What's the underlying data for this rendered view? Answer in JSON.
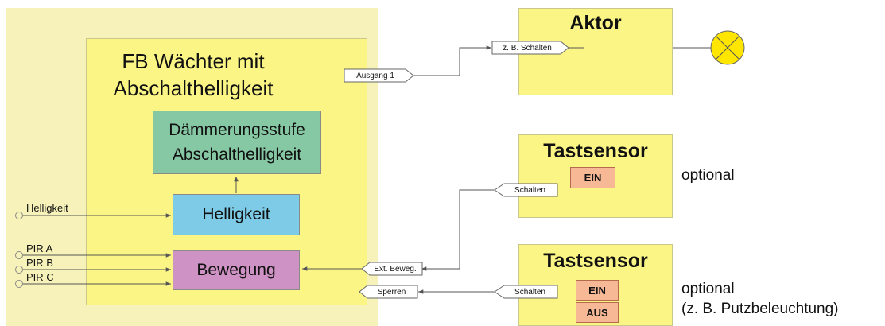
{
  "fb": {
    "title_line1": "FB Wächter mit",
    "title_line2": "Abschalthelligkeit",
    "daemmerung_line1": "Dämmerungsstufe",
    "daemmerung_line2": "Abschalthelligkeit",
    "helligkeit": "Helligkeit",
    "bewegung": "Bewegung"
  },
  "inputs": {
    "helligkeit": "Helligkeit",
    "pir_a": "PIR A",
    "pir_b": "PIR B",
    "pir_c": "PIR C"
  },
  "ports": {
    "ausgang1": "Ausgang 1",
    "ext_beweg": "Ext. Beweg.",
    "sperren": "Sperren",
    "zb_schalten": "z. B. Schalten",
    "schalten1": "Schalten",
    "schalten2": "Schalten"
  },
  "devices": {
    "aktor": "Aktor",
    "tastsensor1": "Tastsensor",
    "tastsensor2": "Tastsensor",
    "btn_ein1": "EIN",
    "btn_ein2": "EIN",
    "btn_aus2": "AUS"
  },
  "notes": {
    "optional1": "optional",
    "optional2": "optional",
    "optional2_sub": "(z. B. Putzbeleuchtung)"
  },
  "colors": {
    "lamp": "#ffe600",
    "daemmerung": "#86c8a4",
    "helligkeit": "#7dcbe6",
    "bewegung": "#ce93c4",
    "block": "#faf585",
    "button": "#f7b896"
  }
}
